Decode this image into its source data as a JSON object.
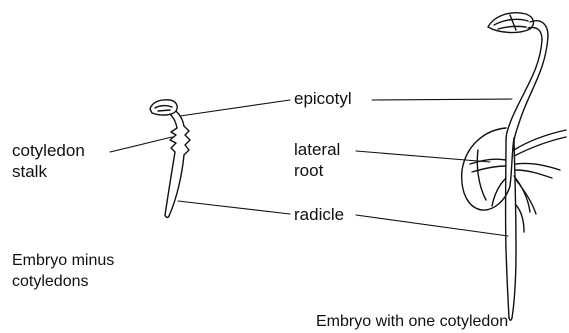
{
  "labels": {
    "epicotyl": "epicotyl",
    "cotyledon_stalk_line1": "cotyledon",
    "cotyledon_stalk_line2": "stalk",
    "lateral_root_line1": "lateral",
    "lateral_root_line2": "root",
    "radicle": "radicle"
  },
  "captions": {
    "left_line1": "Embryo minus",
    "left_line2": "cotyledons",
    "right": "Embryo with one cotyledon"
  },
  "colors": {
    "ink": "#111111",
    "background": "#ffffff"
  }
}
